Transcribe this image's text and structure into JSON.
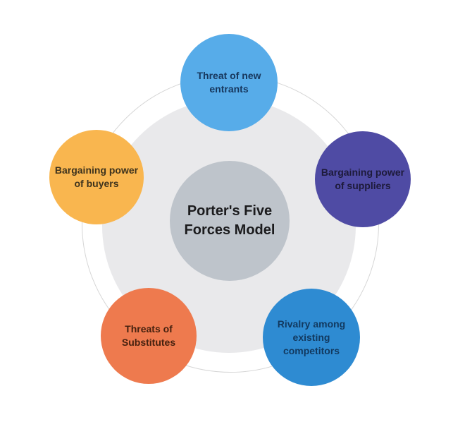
{
  "diagram": {
    "title": "Porter's Five Forces Model",
    "background_color": "#ffffff",
    "outer_ring_color": "#d6d6d6",
    "inner_disc_color": "#e9e9eb",
    "center": {
      "label": "Porter's Five Forces Model",
      "fill": "#bec4cb",
      "text_color": "#1b1b1d"
    },
    "forces": [
      {
        "id": "threat-of-new-entrants",
        "label": "Threat of new entrants",
        "position": "top",
        "fill": "#57ace9",
        "text_color": "#17375d"
      },
      {
        "id": "bargaining-power-of-buyers",
        "label": "Bargaining power of buyers",
        "position": "left",
        "fill": "#f9b64f",
        "text_color": "#3e331d"
      },
      {
        "id": "bargaining-power-of-suppliers",
        "label": "Bargaining power of suppliers",
        "position": "right",
        "fill": "#4f4ba4",
        "text_color": "#1d1a3a"
      },
      {
        "id": "threats-of-substitutes",
        "label": "Threats of Substitutes",
        "position": "bottom-left",
        "fill": "#ee7a4e",
        "text_color": "#46210f"
      },
      {
        "id": "rivalry-among-existing-competitors",
        "label": "Rivalry among existing competitors",
        "position": "bottom-right",
        "fill": "#2e8bd2",
        "text_color": "#12395f"
      }
    ]
  }
}
